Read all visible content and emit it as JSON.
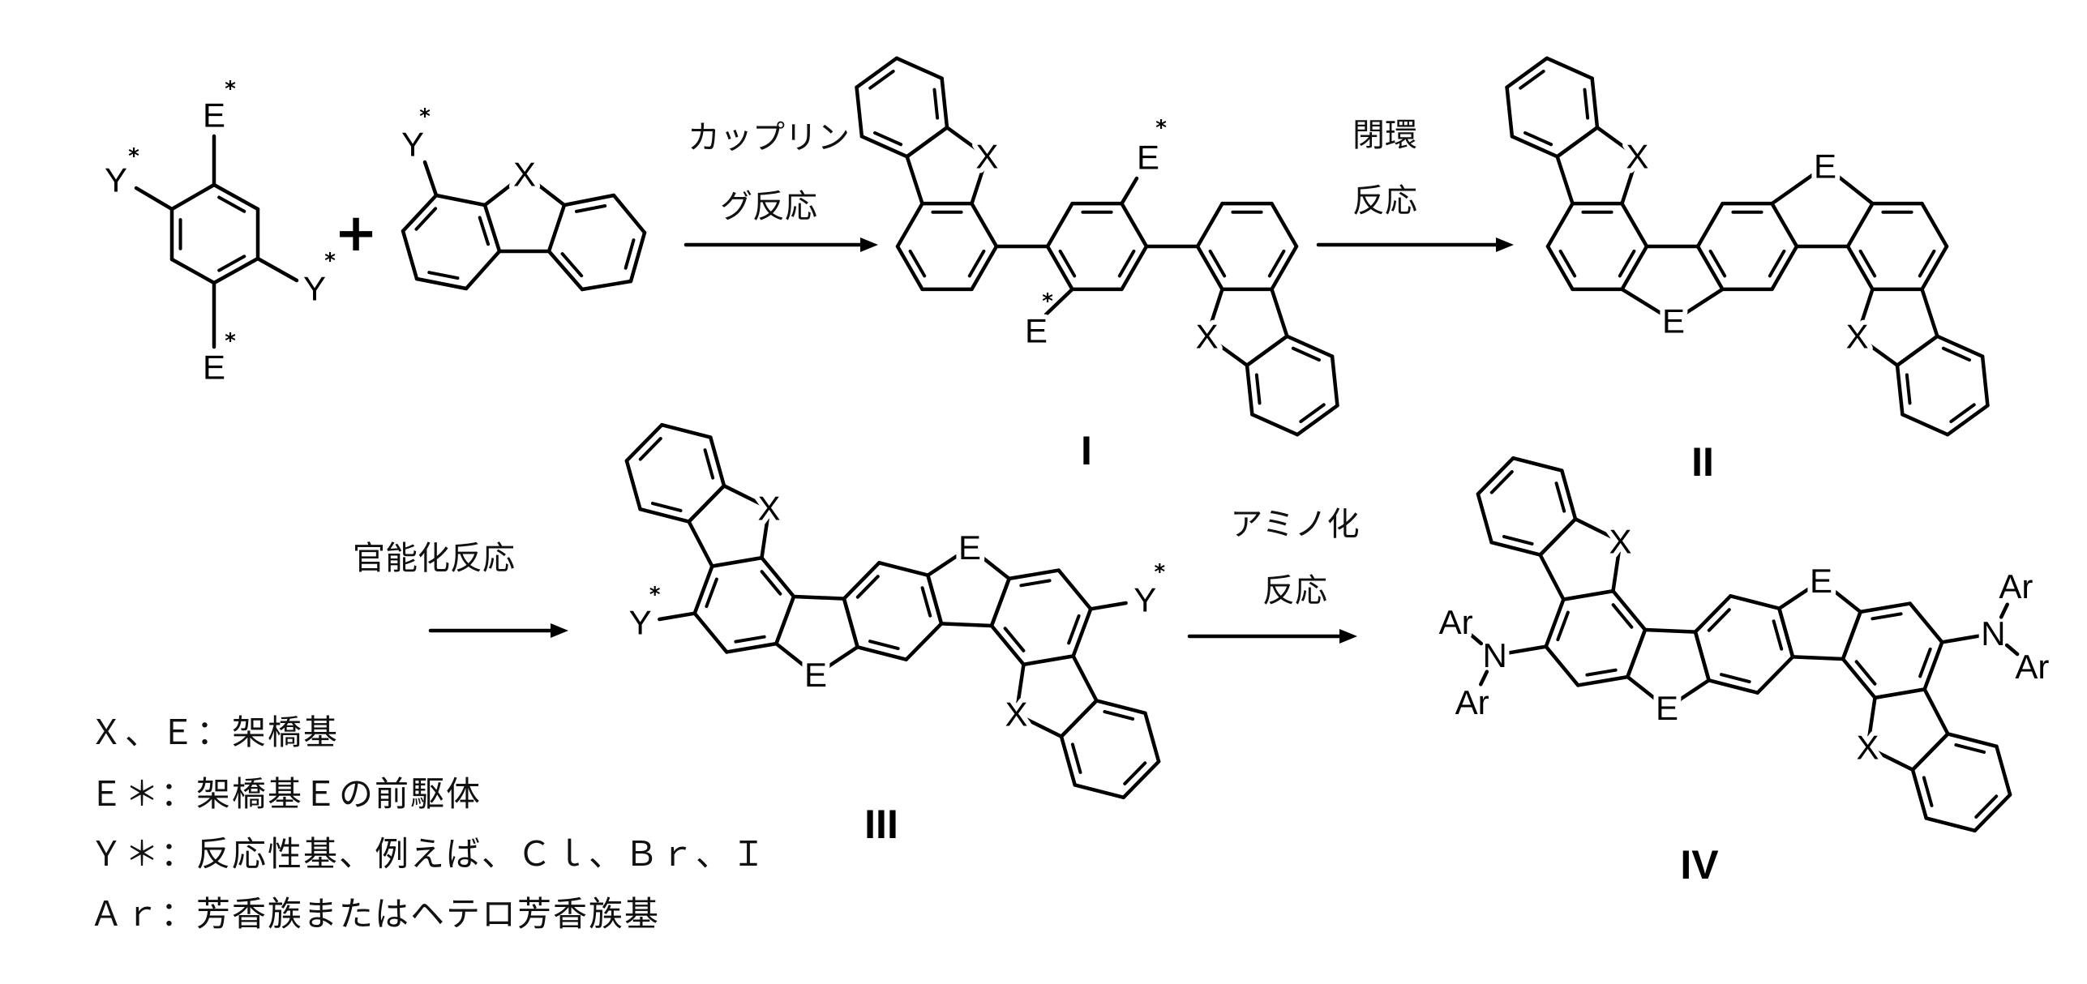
{
  "atoms": {
    "x": "X",
    "e": "E",
    "y": "Y",
    "star": "*",
    "n": "N",
    "ar": "Ar"
  },
  "plus": "+",
  "reactions": [
    {
      "lines": [
        "カップリン",
        "グ反応"
      ]
    },
    {
      "lines": [
        "閉環",
        "反応"
      ]
    },
    {
      "lines": [
        "官能化反応"
      ]
    },
    {
      "lines": [
        "アミノ化",
        "反応"
      ]
    }
  ],
  "compounds": [
    "I",
    "II",
    "III",
    "IV"
  ],
  "legend": [
    "Ｘ、Ｅ：架橋基",
    "Ｅ＊：架橋基Ｅの前駆体",
    "Ｙ＊：反応性基、例えば、Ｃｌ、Ｂｒ、Ｉ",
    "Ａｒ：芳香族またはヘテロ芳香族基"
  ]
}
